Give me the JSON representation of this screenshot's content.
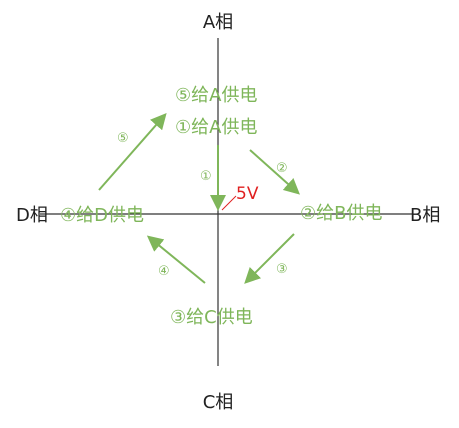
{
  "phases": {
    "a": "A相",
    "b": "B相",
    "c": "C相",
    "d": "D相"
  },
  "steps": {
    "s1": "①给A供电",
    "s2": "②给B供电",
    "s3": "③给C供电",
    "s4": "④给D供电",
    "s5": "⑤给A供电"
  },
  "arrow_numbers": {
    "n1": "①",
    "n2": "②",
    "n3": "③",
    "n4": "④",
    "n5": "⑤"
  },
  "voltage": "5V",
  "colors": {
    "axis": "#333333",
    "arrow": "#7fb65a",
    "step_text": "#7fb65a",
    "voltage": "#e02020"
  }
}
